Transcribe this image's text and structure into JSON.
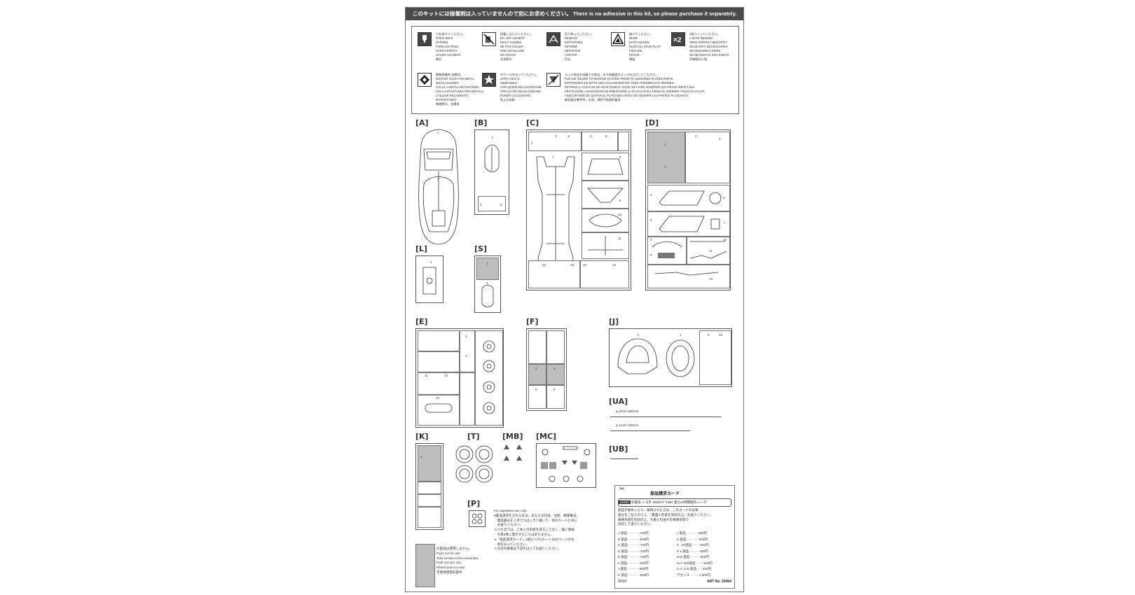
{
  "banner": "このキットには接着剤は入っていませんので別にお求めください。 There is no adhesive in this kit, so please purchase it separately.",
  "legend": [
    {
      "icon": "drill-icon",
      "text": "穴をあけてください。\nOPEN HOLE\nÖFFNEN\nFAIRE UN TROU\nFORO APERTO\nHACER AGUJERO\n開孔"
    },
    {
      "icon": "no-glue-icon",
      "text": "接着しないでください。\nDO NOT CEMENT\nNICHT KLEBEN\nNE PAS COLLER\nNON INCOLLARE\nNO PEGAR\n勿用膠水"
    },
    {
      "icon": "remove-icon",
      "text": "切り取ってください。\nREMOVE\nENTFERNEN\nRETIRER\nSÉPARARE\nCORTAR\n切去"
    },
    {
      "icon": "bend-icon",
      "text": "曲げてください。\nBEND\nBITTE BIEGEN\nPLIER SIL VOUS PLAIT\nPIEGARE\nPEGAR\n彎曲"
    },
    {
      "icon": "x2-icon",
      "text": "2個つくってください。\n2 SETS NEEDED\nWIRD DOPPELT BENÖTIGT\nDEUX SETS NÉCESSAIRES\nNECESSARIE 2 SERIE\nSE NECESITAN DOS PIEZAS\n同樣製作二組"
    },
    {
      "icon": "metal-glue-icon",
      "text": "瞬間接着剤 金属用。\nINSTANT GLUE FOR METAL\nMETALLKLEBER\nCOLLE A MÉTAL INSTANTANÉE\nCOLLA ISTANTANEA PER METALLI\nUTILIZAR PEGAMENTO INSTANTÁNEO\n瞬間膠水、金屬用"
    },
    {
      "icon": "decal-icon",
      "text": "デカールをはってください。\nAPPLY DECAL\nABZIEHBILD\nAPPLIQUER DÉCALCOMANIE\nAPPLICARE DECALCOMANIE\nPONER CALCOMANÍA\n貼上水貼紙"
    },
    {
      "icon": "plating-icon",
      "text": "メッキ部品を接着する時は、必ず接着面のメッキをはがしてください。\nPLEASE INSURE TO REMOVE PLATING PRIOR TO ADHERING PLATED PARTS.\nENTFERNEN SIE BITTE DEN GALVANISIERTEN TEILE ANGEBRACHT WERDEN.\nRETIREZ LA COUCHE DE REVÊTEMENT AVANT DE FAIRE ADHÉRER LES PIÈCES REVÊTUES.\nPER FAVORE, ASSICURARSI DI RIMUOVERE LA PLACCATURA PRIMA DI ADERIRE I PEZZI PLACCATI.\nASEGÚRARSE DE QUITAR EL PLATEADO ANTES DE ADHERIR LAS PARTES PLATEADAS.\n黏貼鍍金零件時，必須，須將下粘面的鍍金"
    }
  ],
  "sections": {
    "A": "[A]",
    "B": "[B]",
    "C": "[C]",
    "D": "[D]",
    "L": "[L]",
    "S": "[S]",
    "E": "[E]",
    "F": "[F]",
    "J": "[J]",
    "UA": "[UA]",
    "UB": "[UB]",
    "K": "[K]",
    "T": "[T]",
    "MB": "[MB]",
    "MC": "[MC]",
    "P": "[P]"
  },
  "ua": {
    "rod1": "φ 2mm×150mm",
    "rod2": "φ 1mm×100mm"
  },
  "nums": {
    "one": "1",
    "two": "2",
    "three": "3",
    "four": "4",
    "five": "5",
    "six": "6",
    "seven": "7",
    "eight": "8",
    "nine": "9",
    "ten": "10",
    "eleven": "11",
    "twelve": "12",
    "thirteen": "13",
    "fourteen": "14"
  },
  "japanese_note": "For Japanese use only.\n●部品請求をされる方は、あなたの氏名、住所、郵便番号、\n　電話番号を１字づつはっきり書いて、他のカードと共に\n　お送りください。\n※ハセガワは、ご本人の同意を得ることなく、個人情報\n　を第3者に開示することはありません。\n※「部品請求カード」1枚につき1キット分のページの注\n　意をはってください。\n※お近の価格は下記をはってお送りください。",
  "unused": {
    "label": "の部品は使用しません。\nParts not for use.\nTeile werden nicht verwendet.\nParti non per uso.\nPartes para no usar.\n不需要使用的部件"
  },
  "card": {
    "title": "部品請求カード",
    "product_code": "20464",
    "product_name": "彩雲号 トヨタ 2000GT “1967 富士24時間耐久レース”",
    "intro": "部品を紛失したり、破損された方は、このカードの必要\n部分をご記入のうえ、（裏面に料金を同封の上）お送りください。\n郵便為替を同封の上、代金と料金のを郵便為替で\n同封して送りください。",
    "left": [
      {
        "p": "A 部品 ···········700円"
      },
      {
        "p": "B 部品 ···········500円"
      },
      {
        "p": "C 部品 ···········700円"
      },
      {
        "p": "D 部品 ···········700円"
      },
      {
        "p": "E 部品 ···········700円"
      },
      {
        "p": "F 部品 ···········600円"
      },
      {
        "p": "J 部品 ···········500円"
      },
      {
        "p": "K 部品 ···········500円"
      }
    ],
    "right": [
      {
        "p": "L 部品 ···········500円"
      },
      {
        "p": "S 部品 ···········500円"
      },
      {
        "p": "T · 2T部品 ·······500円"
      },
      {
        "p": "P 1 部品 ·········400円"
      },
      {
        "p": "M B 部品 ·········500円"
      },
      {
        "p": "M C 002部品 ·······500円"
      },
      {
        "p": "U A, U B 部品 ·····400円"
      },
      {
        "p": "デカール ········1,000円"
      }
    ],
    "year": "2010",
    "art": "ART No. 20464"
  }
}
